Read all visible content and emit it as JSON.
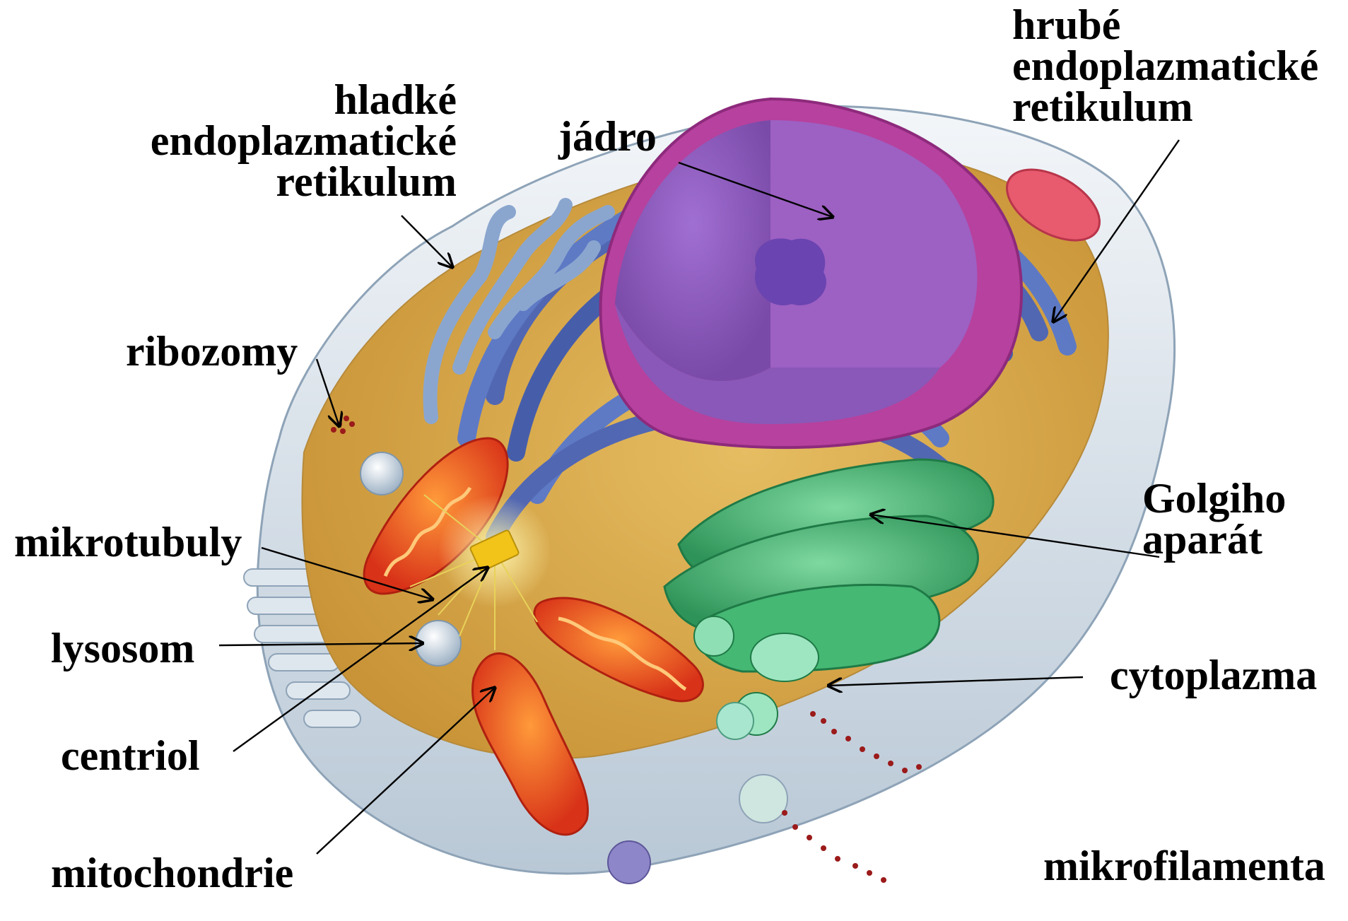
{
  "labels": {
    "smooth_er": [
      "hladké",
      "endoplazmatické",
      "retikulum"
    ],
    "rough_er": [
      "hrubé",
      "endoplazmatické",
      "retikulum"
    ],
    "nucleus": "jádro",
    "ribosomes": "ribozomy",
    "microtubules": "mikrotubuly",
    "lysosome": "lysosom",
    "centriole": "centriol",
    "mitochondria": "mitochondrie",
    "golgi": [
      "Golgiho",
      "aparát"
    ],
    "cytoplasm": "cytoplazma",
    "microfilaments": "mikrofilamenta"
  },
  "colors": {
    "cytoplasm_fill": "#d8a84a",
    "membrane": "#dde6ee",
    "er": "#4f6fc4",
    "nucleus": "#b36bc9",
    "nucleus_envelope": "#c0399a",
    "golgi": "#3fae68",
    "mitochondria": "#e85a2a",
    "ribosome": "#9b1a1a",
    "lysosome": "#d8e4ee",
    "centriole": "#f2c318",
    "vesicle_red": "#e85a6e"
  }
}
